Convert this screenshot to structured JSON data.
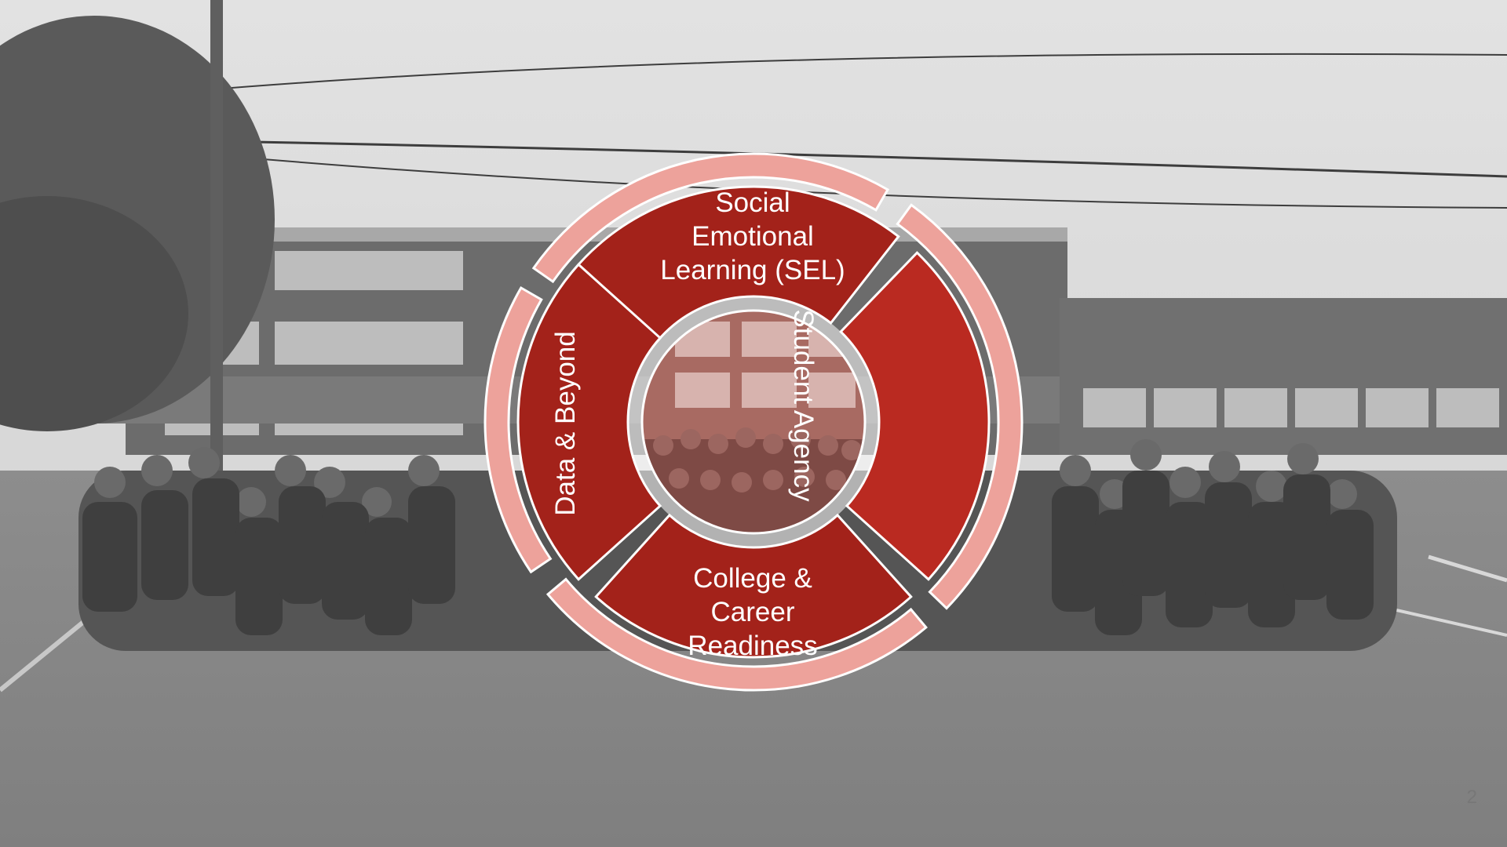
{
  "slide": {
    "page_number": "2"
  },
  "diagram": {
    "segments": {
      "top": "Social\nEmotional\nLearning (SEL)",
      "right": "Student Agency",
      "bottom": "College &\nCareer\nReadiness",
      "left": "Data & Beyond"
    },
    "colors": {
      "segment_dark": "#A3221A",
      "segment_medium": "#BA2A21",
      "outer_ring": "#EDA29B",
      "outline": "#FFFFFF"
    }
  }
}
